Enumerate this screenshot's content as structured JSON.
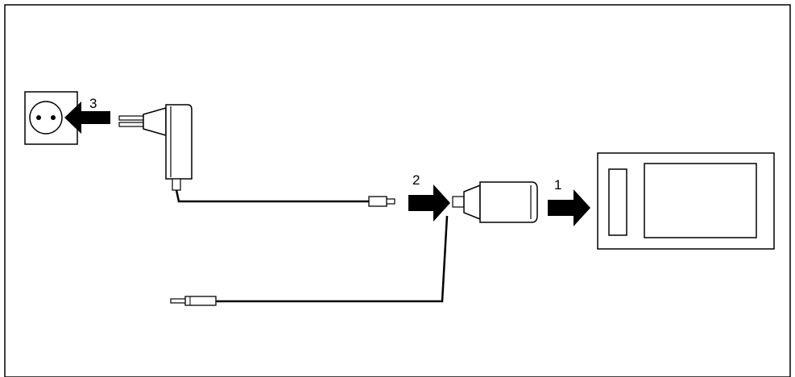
{
  "colors": {
    "line": "#000000",
    "background": "#ffffff"
  },
  "steps": {
    "step1": "1",
    "step2": "2",
    "step3": "3"
  },
  "icons": {
    "outlet": "wall-socket-icon",
    "adapter": "power-adapter-icon",
    "device": "pda-device-icon",
    "connector": "sync-connector-icon"
  }
}
